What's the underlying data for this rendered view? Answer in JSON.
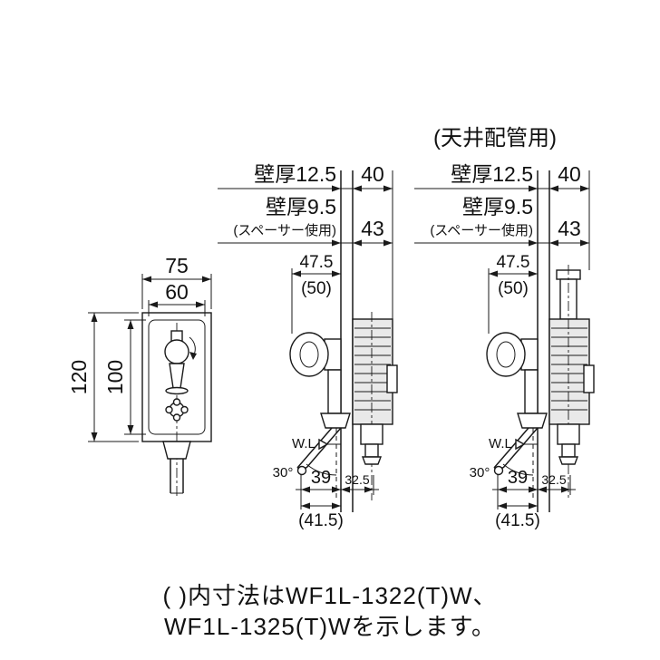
{
  "front_view": {
    "outer_width": "75",
    "inner_width": "60",
    "outer_height": "120",
    "inner_height": "100"
  },
  "floor_view": {
    "wall_thickness_1": "壁厚12.5",
    "depth_1": "40",
    "wall_thickness_2": "壁厚9.5",
    "spacer_note": "(スペーサー使用)",
    "depth_2": "43",
    "protrusion": "47.5",
    "protrusion_paren": "(50)",
    "water_line": "W.L",
    "spout_angle": "30°",
    "spout_offset": "39",
    "center_offset": "32.5",
    "spout_offset_paren": "(41.5)"
  },
  "ceiling_view": {
    "title": "(天井配管用)",
    "wall_thickness_1": "壁厚12.5",
    "depth_1": "40",
    "wall_thickness_2": "壁厚9.5",
    "spacer_note": "(スペーサー使用)",
    "depth_2": "43",
    "protrusion": "47.5",
    "protrusion_paren": "(50)",
    "water_line": "W.L",
    "spout_angle": "30°",
    "spout_offset": "39",
    "center_offset": "32.5",
    "spout_offset_paren": "(41.5)"
  },
  "footer_note": {
    "line1": "( )内寸法はWF1L-1322(T)W、",
    "line2": "WF1L-1325(T)Wを示します。"
  }
}
